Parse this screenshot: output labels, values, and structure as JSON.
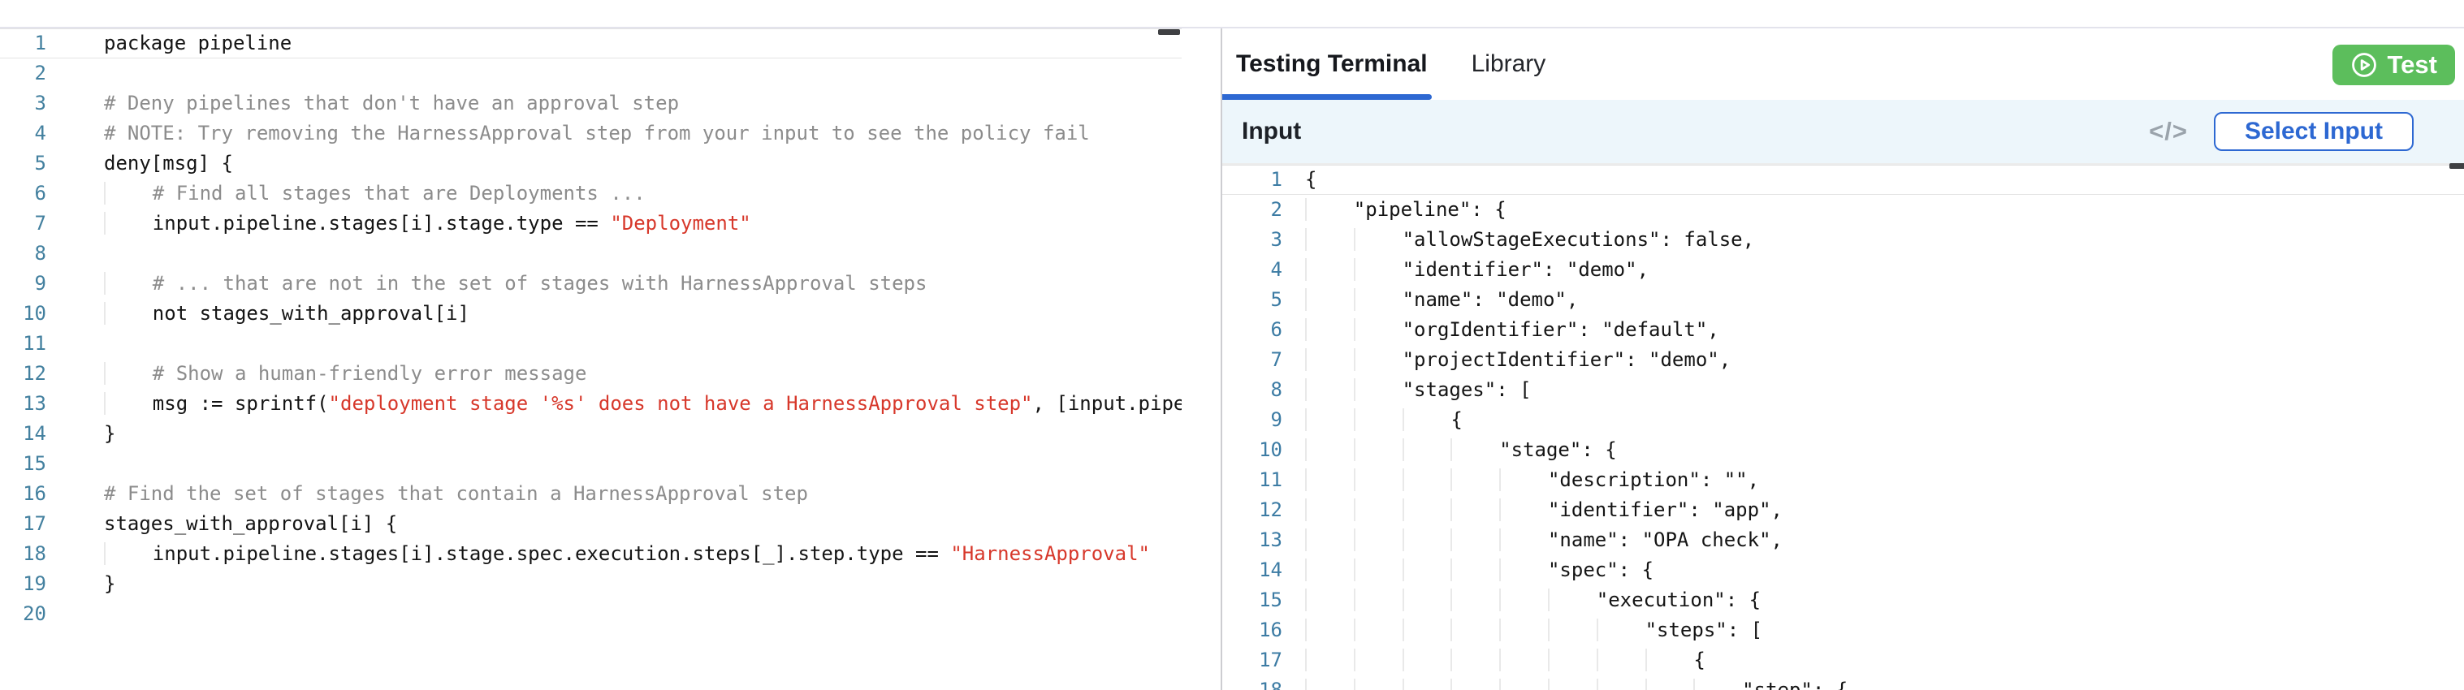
{
  "colors": {
    "accent_blue": "#2d68d2",
    "test_green": "#5cbe5c",
    "string_red": "#d7382b",
    "comment_gray": "#8c8c8c",
    "line_number_blue": "#43809f",
    "input_bar_bg": "#edf6fb"
  },
  "left_editor": {
    "lines": [
      {
        "segs": [
          [
            "code",
            "package pipeline"
          ]
        ]
      },
      {
        "segs": []
      },
      {
        "segs": [
          [
            "comment",
            "# Deny pipelines that don't have an approval step"
          ]
        ]
      },
      {
        "segs": [
          [
            "comment",
            "# NOTE: Try removing the HarnessApproval step from your input to see the policy fail"
          ]
        ]
      },
      {
        "segs": [
          [
            "code",
            "deny[msg] {"
          ]
        ]
      },
      {
        "segs": [
          [
            "comment",
            "    # Find all stages that are Deployments ..."
          ]
        ]
      },
      {
        "segs": [
          [
            "code",
            "    input.pipeline.stages[i].stage.type == "
          ],
          [
            "string",
            "\"Deployment\""
          ]
        ]
      },
      {
        "segs": []
      },
      {
        "segs": [
          [
            "comment",
            "    # ... that are not in the set of stages with HarnessApproval steps"
          ]
        ]
      },
      {
        "segs": [
          [
            "code",
            "    not stages_with_approval[i]"
          ]
        ]
      },
      {
        "segs": []
      },
      {
        "segs": [
          [
            "comment",
            "    # Show a human-friendly error message"
          ]
        ]
      },
      {
        "segs": [
          [
            "code",
            "    msg := sprintf("
          ],
          [
            "string",
            "\"deployment stage '%s' does not have a HarnessApproval step\""
          ],
          [
            "code",
            ", [input.pipel"
          ]
        ]
      },
      {
        "segs": [
          [
            "code",
            "}"
          ]
        ]
      },
      {
        "segs": []
      },
      {
        "segs": [
          [
            "comment",
            "# Find the set of stages that contain a HarnessApproval step"
          ]
        ]
      },
      {
        "segs": [
          [
            "code",
            "stages_with_approval[i] {"
          ]
        ]
      },
      {
        "segs": [
          [
            "code",
            "    input.pipeline.stages[i].stage.spec.execution.steps[_].step.type == "
          ],
          [
            "string",
            "\"HarnessApproval\""
          ]
        ]
      },
      {
        "segs": [
          [
            "code",
            "}"
          ]
        ]
      },
      {
        "segs": []
      }
    ]
  },
  "right_panel": {
    "tabs": [
      {
        "label": "Testing Terminal",
        "active": true
      },
      {
        "label": "Library",
        "active": false
      }
    ],
    "test_button_label": "Test",
    "input_bar": {
      "title": "Input",
      "code_icon_label": "</>",
      "select_button_label": "Select Input"
    },
    "editor_lines": [
      "{",
      "    \"pipeline\": {",
      "        \"allowStageExecutions\": false,",
      "        \"identifier\": \"demo\",",
      "        \"name\": \"demo\",",
      "        \"orgIdentifier\": \"default\",",
      "        \"projectIdentifier\": \"demo\",",
      "        \"stages\": [",
      "            {",
      "                \"stage\": {",
      "                    \"description\": \"\",",
      "                    \"identifier\": \"app\",",
      "                    \"name\": \"OPA check\",",
      "                    \"spec\": {",
      "                        \"execution\": {",
      "                            \"steps\": [",
      "                                {",
      "                                    \"step\": {"
    ]
  }
}
